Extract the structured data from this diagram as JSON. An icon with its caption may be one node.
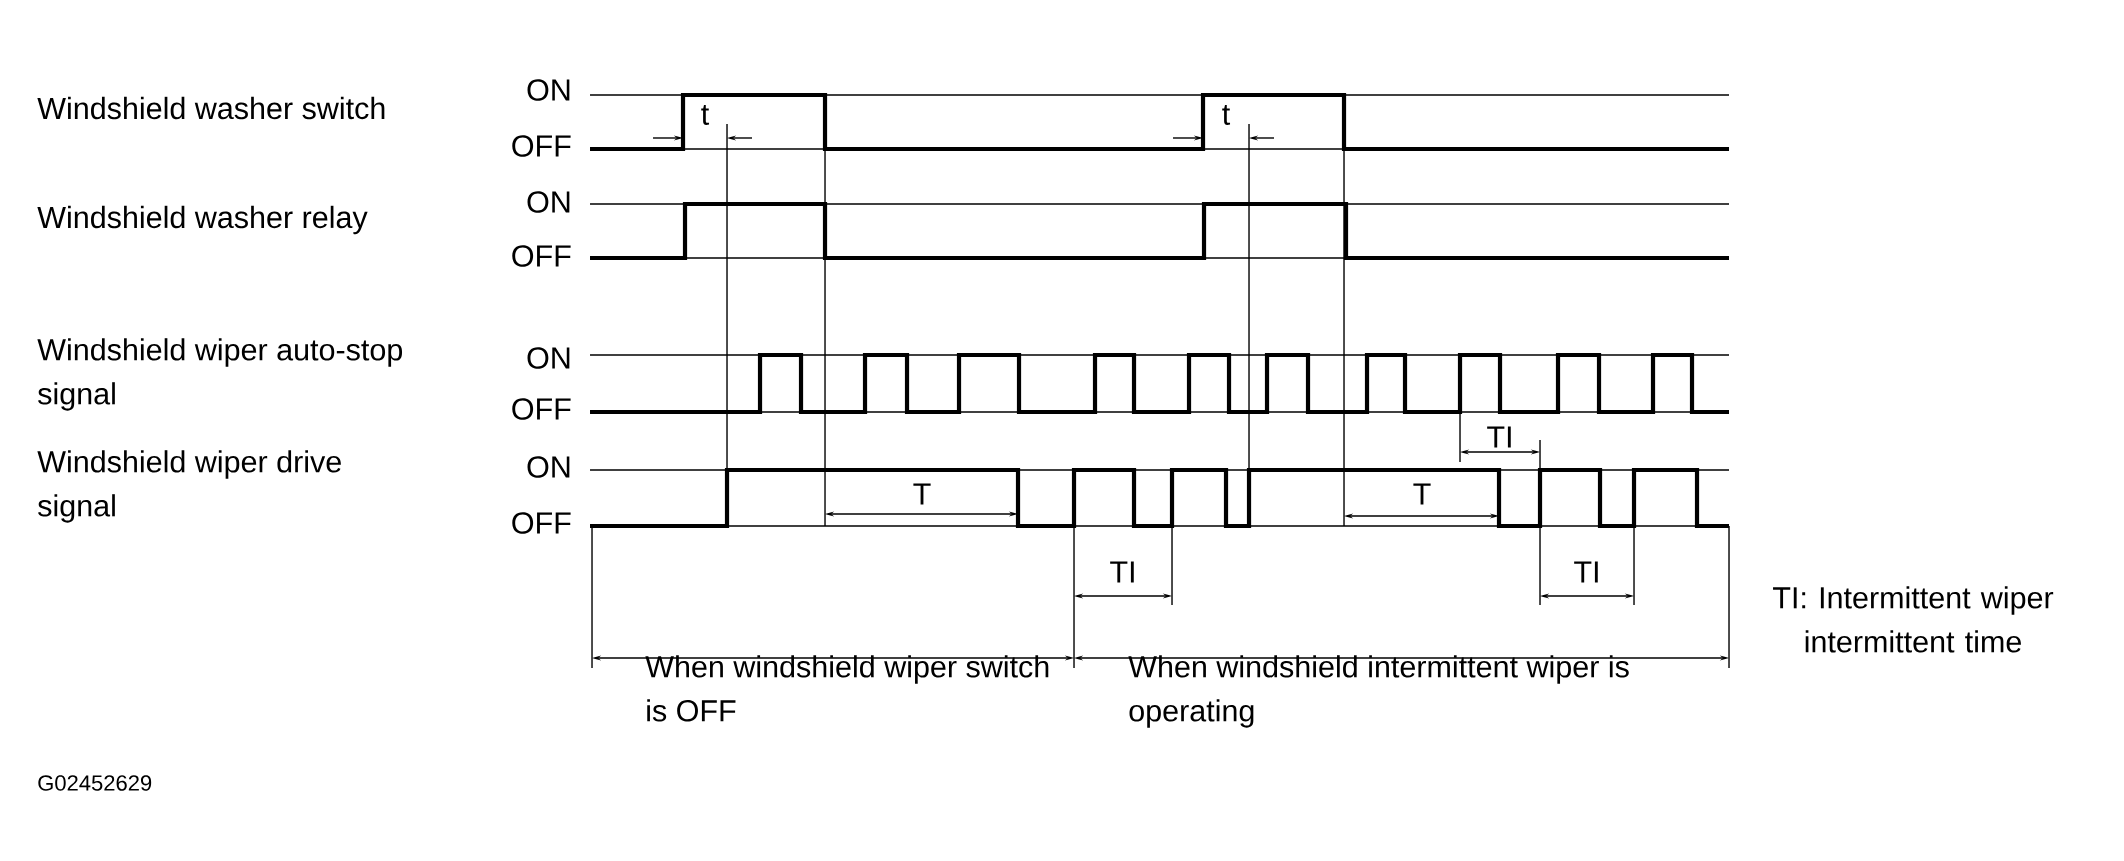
{
  "diagram": {
    "labels": [
      "Windshield washer switch",
      "ON",
      "OFF",
      "t",
      "t",
      "Windshield washer relay",
      "ON",
      "OFF",
      "Windshield wiper auto-stop signal",
      "ON",
      "OFF",
      "TI",
      "Windshield wiper drive signal",
      "ON",
      "OFF",
      "T",
      "T",
      "TI",
      "TI",
      "TI: Intermittent wiper intermittent time",
      "When windshield wiper switch is OFF",
      "When windshield intermittent wiper is operating",
      "G02452629"
    ]
  }
}
